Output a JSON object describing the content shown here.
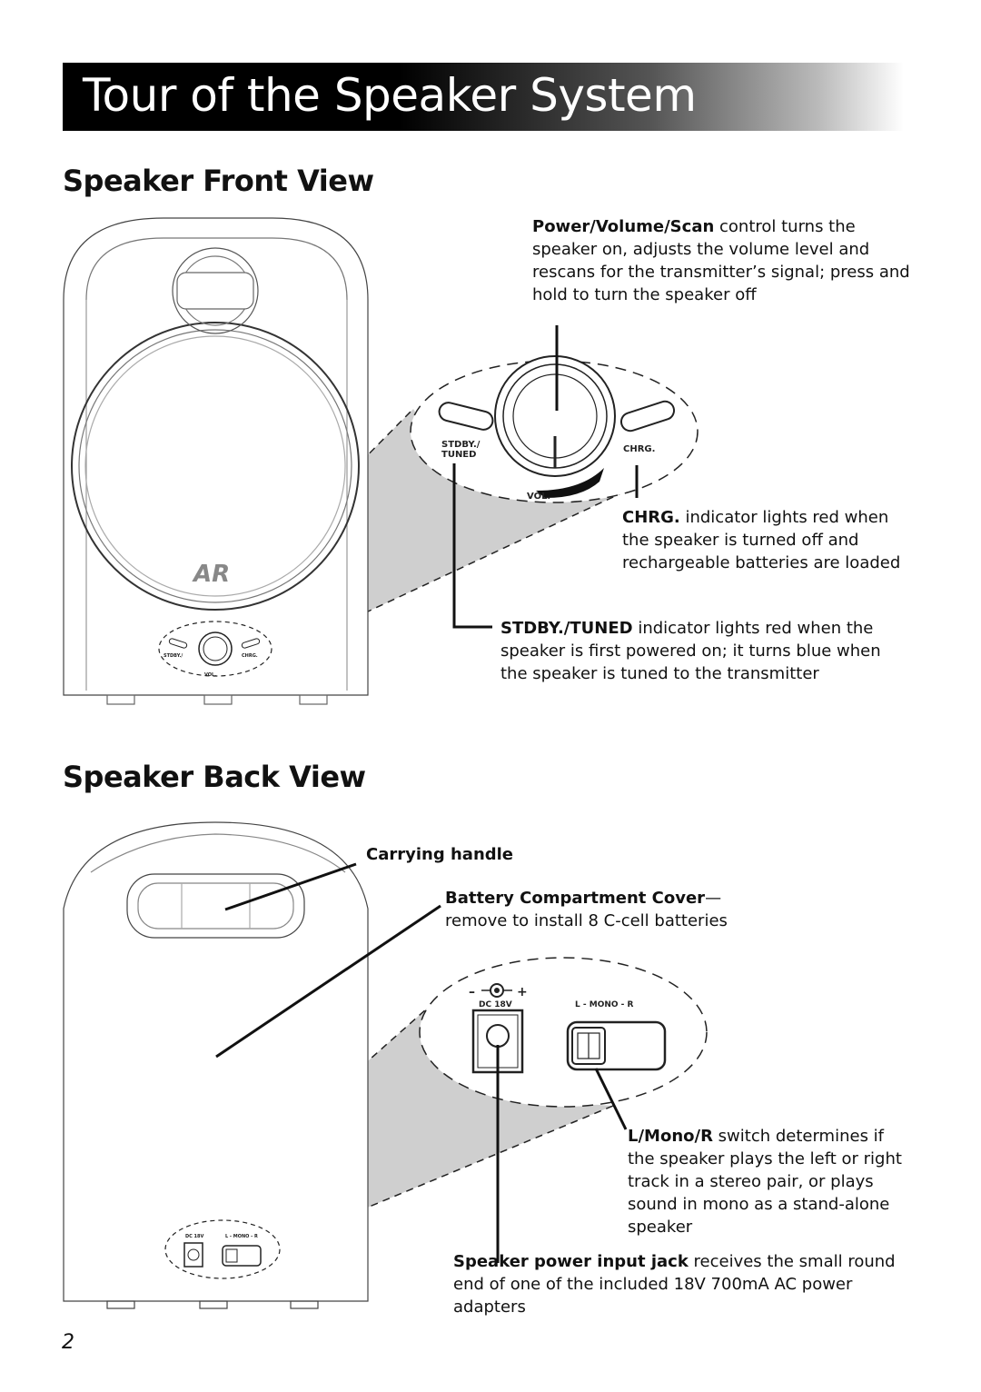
{
  "page": {
    "title": "Tour of the Speaker System",
    "page_number": "2"
  },
  "front": {
    "heading": "Speaker Front View",
    "callouts": {
      "power": {
        "bold": "Power/Volume/Scan",
        "text": " control turns the speaker on, adjusts the volume level and rescans for the transmitter’s signal; press and hold to turn the speaker off"
      },
      "chrg": {
        "bold": "CHRG.",
        "text": " indicator lights red when the speaker is turned off and rechargeable batteries are loaded"
      },
      "stdby": {
        "bold": "STDBY./TUNED",
        "text": " indicator lights red when the speaker is first powered on; it turns blue when the speaker is tuned to the transmitter"
      }
    },
    "panel_labels": {
      "stdby_line1": "STDBY./",
      "stdby_line2": "TUNED",
      "chrg": "CHRG.",
      "vol": "VOL."
    },
    "logo": "AR"
  },
  "back": {
    "heading": "Speaker Back View",
    "callouts": {
      "handle": {
        "bold": "Carrying handle",
        "text": ""
      },
      "battery": {
        "bold": "Battery Compartment Cover",
        "text": "— remove to install 8 C-cell batteries"
      },
      "switch": {
        "bold": "L/Mono/R",
        "text": " switch determines if the speaker plays the left or right track in a stereo pair, or plays sound in mono as a stand-alone speaker"
      },
      "jack": {
        "bold": "Speaker power input jack",
        "text": " receives the small round end of one of the included 18V 700mA AC power adapters"
      }
    },
    "panel_labels": {
      "polarity_minus": "–",
      "polarity_plus": "+",
      "dc": "DC 18V",
      "mode": "L - MONO - R"
    }
  }
}
